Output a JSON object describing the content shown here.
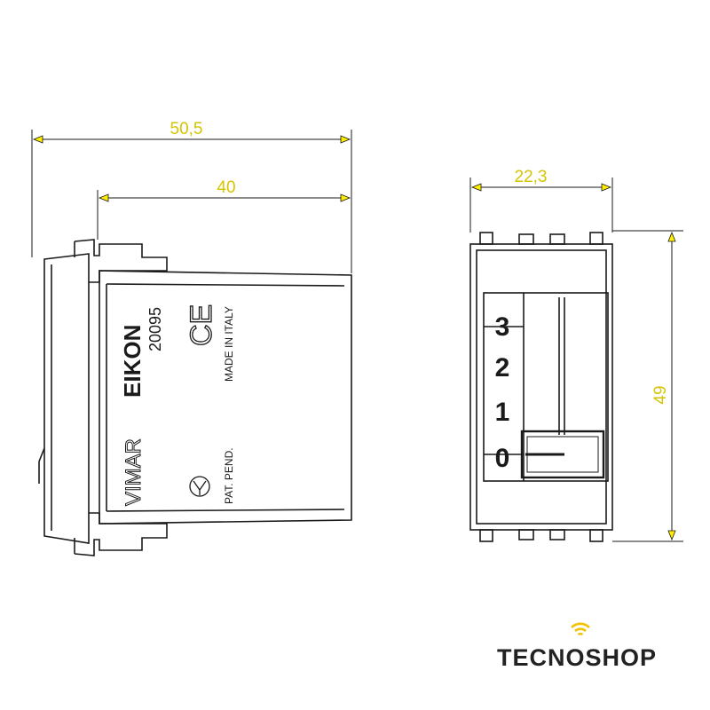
{
  "colors": {
    "line": "#1a1a1a",
    "dimension": "#d6c400",
    "arrow_fill": "#ffee00",
    "logo_text": "#222222",
    "logo_wifi": "#f2c200"
  },
  "dimensions": {
    "total_length": "50,5",
    "body_length": "40",
    "front_width": "22,3",
    "front_height": "49"
  },
  "side_view": {
    "brand_line": "EIKON",
    "model": "20095",
    "ce_mark": "CE",
    "made_in": "MADE IN ITALY",
    "maker": "VIMAR",
    "patent": "PAT. PEND."
  },
  "front_view": {
    "positions": [
      "3",
      "2",
      "1",
      "0"
    ]
  },
  "logo": {
    "text": "TECNOSHOP",
    "icon": "wifi-signal-icon"
  }
}
